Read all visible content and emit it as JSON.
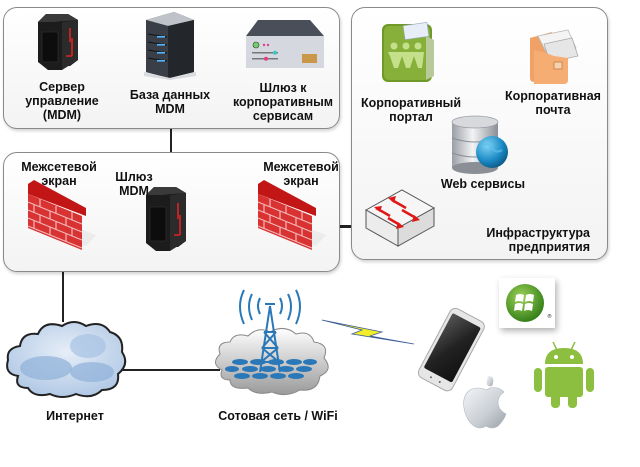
{
  "panels": {
    "mdm_servers": {
      "items": [
        {
          "icon": "server-tower-icon",
          "label": "Сервер\nуправление\n(MDM)"
        },
        {
          "icon": "database-server-icon",
          "label": "База данных\nMDM"
        },
        {
          "icon": "gateway-appliance-icon",
          "label": "Шлюз к\nкорпоративным\nсервисам"
        }
      ]
    },
    "dmz": {
      "items": [
        {
          "icon": "firewall-icon",
          "label": "Межсетевой\nэкран"
        },
        {
          "icon": "server-tower-icon",
          "label": "Шлюз\nMDM"
        },
        {
          "icon": "firewall-icon",
          "label": "Межсетевой\nэкран"
        }
      ]
    },
    "enterprise": {
      "title": "Инфраструктура\nпредприятия",
      "items": [
        {
          "icon": "portal-folder-icon",
          "label": "Корпоративный\nпортал"
        },
        {
          "icon": "mail-folder-icon",
          "label": "Корпоративная\nпочта"
        },
        {
          "icon": "web-services-icon",
          "label": "Web сервисы"
        },
        {
          "icon": "network-switch-icon",
          "label": ""
        }
      ]
    }
  },
  "network": {
    "internet": {
      "icon": "cloud-icon",
      "label": "Интернет"
    },
    "cellular": {
      "icon": "cell-tower-icon",
      "label": "Сотовая сеть / WiFi"
    },
    "wireless_link": {
      "icon": "lightning-icon"
    }
  },
  "devices": {
    "phone": {
      "icon": "smartphone-icon"
    },
    "platforms": [
      {
        "name": "Windows Mobile",
        "icon": "windows-logo-icon"
      },
      {
        "name": "Android",
        "icon": "android-logo-icon"
      },
      {
        "name": "iOS",
        "icon": "apple-logo-icon"
      }
    ]
  },
  "colors": {
    "firewall_red": "#d42a2a",
    "wire": "#222222",
    "panel_border": "#8a8a8a",
    "android_green": "#8cbf3f",
    "windows_green": "#3a8f1e",
    "wave_blue": "#2a78b8",
    "lightning_yellow": "#f2ee2a"
  }
}
